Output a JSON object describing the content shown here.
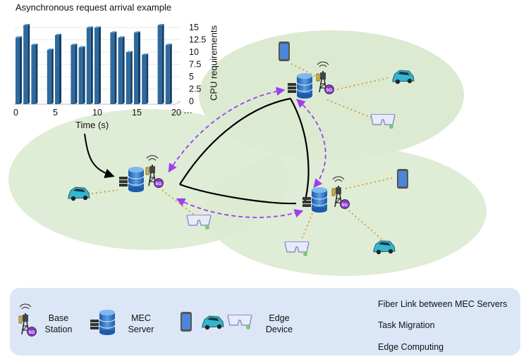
{
  "chart": {
    "title": "Asynchronous request arrival example",
    "xlabel": "Time (s)",
    "ylabel": "CPU requirements",
    "x_ticks": [
      "0",
      "5",
      "10",
      "15",
      "20 ···"
    ],
    "y_ticks": [
      "0",
      "2.5",
      "5",
      "7.5",
      "10",
      "12.5",
      "15"
    ]
  },
  "chart_data": {
    "type": "bar",
    "title": "Asynchronous request arrival example",
    "xlabel": "Time (s)",
    "ylabel": "CPU requirements",
    "ylim": [
      0,
      16
    ],
    "x": [
      0,
      1,
      2,
      4,
      5,
      7,
      8,
      9,
      10,
      12,
      13,
      14,
      15,
      16,
      18,
      19
    ],
    "values": [
      13.5,
      16,
      12,
      11,
      14,
      12,
      11.5,
      15.5,
      15.5,
      14.5,
      13.5,
      10.5,
      14.5,
      10,
      16,
      12
    ]
  },
  "legend": {
    "base_station": "Base\nStation",
    "mec_server": "MEC\nServer",
    "edge_device": "Edge\nDevice",
    "fiber": "Fiber Link between MEC Servers",
    "migration": "Task Migration",
    "edge_computing": "Edge Computing"
  },
  "colors": {
    "cell": "#dcead2",
    "legend_bg": "#dbe6f6",
    "bar": "#2e6a9e",
    "migration": "#9b3ff0",
    "edge_link": "#d49a1e",
    "fiber": "#000000"
  }
}
